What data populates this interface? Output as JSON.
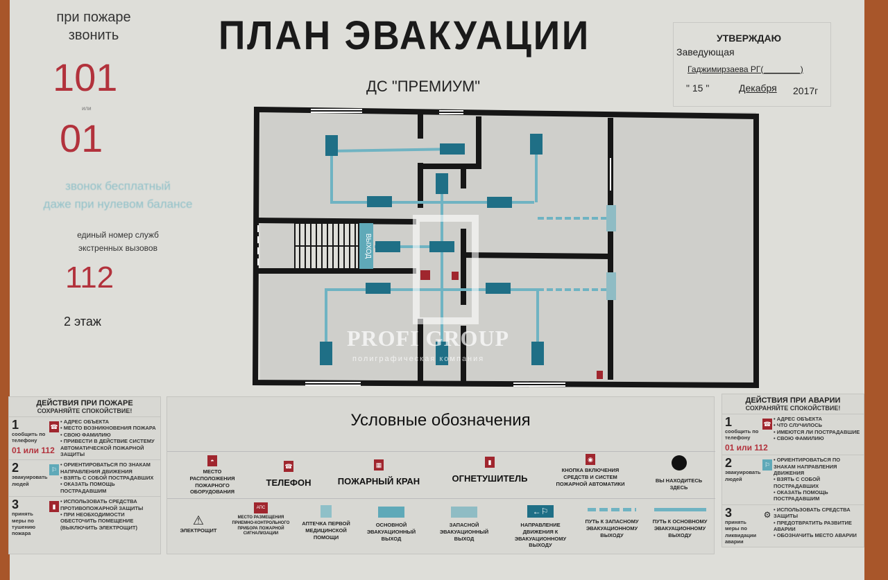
{
  "header": {
    "call_label_1": "при пожаре",
    "call_label_2": "звонить",
    "fire_number": "101",
    "or": "или",
    "alt_number": "01",
    "free_call_1": "звонок бесплатный",
    "free_call_2": "даже при нулевом балансе",
    "unified_1": "единый номер служб",
    "unified_2": "экстренных вызовов",
    "emergency_number": "112",
    "floor": "2 этаж"
  },
  "title": "ПЛАН ЭВАКУАЦИИ",
  "subtitle": "ДС \"ПРЕМИУМ\"",
  "approval": {
    "heading": "УТВЕРЖДАЮ",
    "role": "Заведующая",
    "name": "Гаджимирзаева РГ(________)",
    "date_day": "\" 15 \"",
    "date_month": "Декабря",
    "date_year": "2017г"
  },
  "watermark": {
    "brand": "PROFI GROUP",
    "tagline": "полиграфическая компания"
  },
  "exit_label": "ВЫХОД",
  "fire_actions": {
    "title": "ДЕЙСТВИЯ ПРИ ПОЖАРЕ",
    "subtitle": "СОХРАНЯЙТЕ СПОКОЙСТВИЕ!",
    "steps": [
      {
        "n": "1",
        "label": "сообщить по телефону",
        "phone": "01 или 112",
        "items": [
          "• АДРЕС ОБЪЕКТА",
          "• МЕСТО ВОЗНИКНОВЕНИЯ ПОЖАРА",
          "• СВОЮ ФАМИЛИЮ",
          "• ПРИВЕСТИ В ДЕЙСТВИЕ СИСТЕМУ АВТОМАТИЧЕСКОЙ ПОЖАРНОЙ ЗАЩИТЫ"
        ]
      },
      {
        "n": "2",
        "label": "эвакуировать людей",
        "items": [
          "• ОРИЕНТИРОВАТЬСЯ ПО ЗНАКАМ НАПРАВЛЕНИЯ ДВИЖЕНИЯ",
          "• ВЗЯТЬ С СОБОЙ ПОСТРАДАВШИХ",
          "• ОКАЗАТЬ ПОМОЩЬ ПОСТРАДАВШИМ"
        ]
      },
      {
        "n": "3",
        "label": "принять меры по тушению пожара",
        "items": [
          "• ИСПОЛЬЗОВАТЬ СРЕДСТВА ПРОТИВОПОЖАРНОЙ ЗАЩИТЫ",
          "• ПРИ НЕОБХОДИМОСТИ ОБЕСТОЧИТЬ ПОМЕЩЕНИЕ (ВЫКЛЮЧИТЬ ЭЛЕКТРОЩИТ)"
        ]
      }
    ]
  },
  "accident_actions": {
    "title": "ДЕЙСТВИЯ ПРИ АВАРИИ",
    "subtitle": "СОХРАНЯЙТЕ СПОКОЙСТВИЕ!",
    "steps": [
      {
        "n": "1",
        "label": "сообщить по телефону",
        "phone": "01 или 112",
        "items": [
          "• АДРЕС ОБЪЕКТА",
          "• ЧТО СЛУЧИЛОСЬ",
          "• ИМЕЮТСЯ ЛИ ПОСТРАДАВШИЕ",
          "• СВОЮ ФАМИЛИЮ"
        ]
      },
      {
        "n": "2",
        "label": "эвакуировать людей",
        "items": [
          "• ОРИЕНТИРОВАТЬСЯ ПО ЗНАКАМ НАПРАВЛЕНИЯ ДВИЖЕНИЯ",
          "• ВЗЯТЬ С СОБОЙ ПОСТРАДАВШИХ",
          "• ОКАЗАТЬ ПОМОЩЬ ПОСТРАДАВШИМ"
        ]
      },
      {
        "n": "3",
        "label": "принять меры по ликвидации аварии",
        "items": [
          "• ИСПОЛЬЗОВАТЬ СРЕДСТВА ЗАЩИТЫ",
          "• ПРЕДОТВРАТИТЬ РАЗВИТИЕ АВАРИИ",
          "• ОБОЗНАЧИТЬ МЕСТО АВАРИИ"
        ]
      }
    ]
  },
  "legend": {
    "title": "Условные обозначения",
    "row1": [
      "МЕСТО РАСПОЛОЖЕНИЯ ПОЖАРНОГО ОБОРУДОВАНИЯ",
      "ТЕЛЕФОН",
      "ПОЖАРНЫЙ КРАН",
      "ОГНЕТУШИТЕЛЬ",
      "КНОПКА ВКЛЮЧЕНИЯ СРЕДСТВ И СИСТЕМ ПОЖАРНОЙ АВТОМАТИКИ",
      "ВЫ НАХОДИТЕСЬ ЗДЕСЬ"
    ],
    "row2": [
      "ЭЛЕКТРОЩИТ",
      "МЕСТО РАЗМЕЩЕНИЯ ПРИЕМНО-КОНТРОЛЬНОГО ПРИБОРА ПОЖАРНОЙ СИГНАЛИЗАЦИИ",
      "АПТЕЧКА ПЕРВОЙ МЕДИЦИНСКОЙ ПОМОЩИ",
      "ОСНОВНОЙ ЭВАКУАЦИОННЫЙ ВЫХОД",
      "ЗАПАСНОЙ ЭВАКУАЦИОННЫЙ ВЫХОД",
      "НАПРАВЛЕНИЕ ДВИЖЕНИЯ К ЭВАКУАЦИОННОМУ ВЫХОДУ",
      "ПУТЬ К ЗАПАСНОМУ ЭВАКУАЦИОННОМУ ВЫХОДУ",
      "ПУТЬ К ОСНОВНОМУ ЭВАКУАЦИОННОМУ ВЫХОДУ"
    ],
    "aps_label": "АПС"
  },
  "colors": {
    "wall": "#161616",
    "route": "#6fb3c2",
    "sign": "#1f6f86",
    "red": "#b2323c",
    "paper": "#deded9"
  }
}
